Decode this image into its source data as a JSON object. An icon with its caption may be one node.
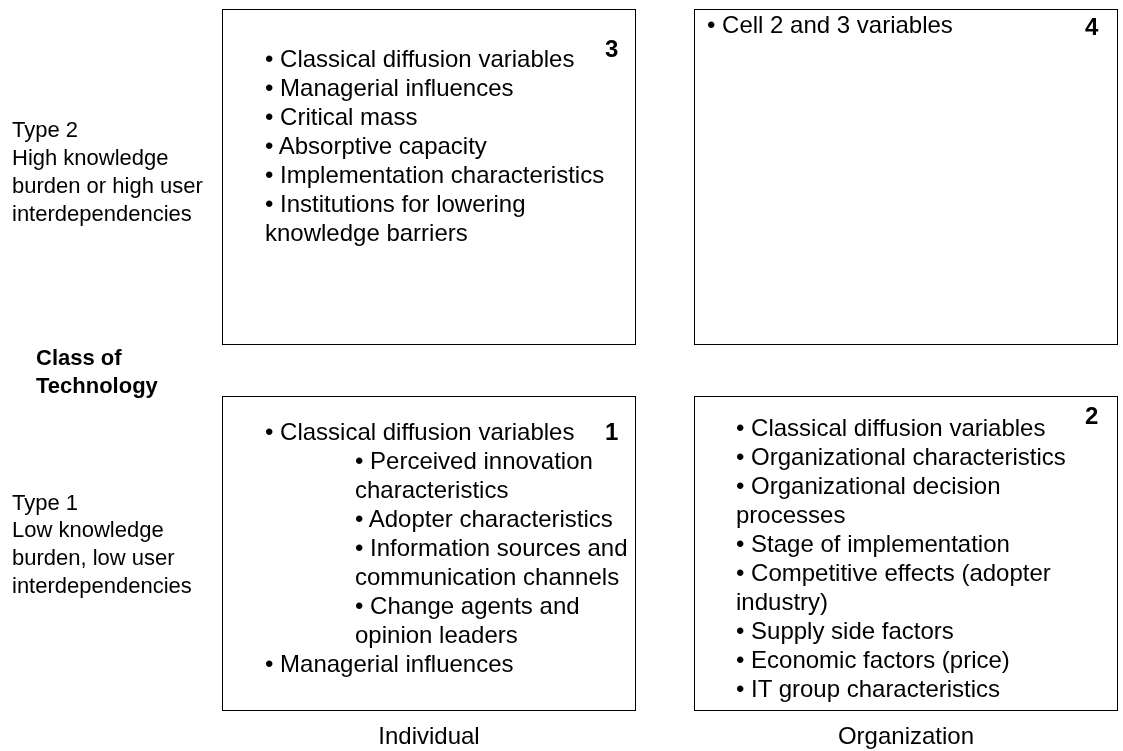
{
  "diagram": {
    "nodes": [
      {
        "text": [
          "3",
          "• Classical diffusion variables",
          "• Managerial influences",
          "• Critical mass",
          "• Absorptive capacity",
          "• Implementation characteristics",
          "• Institutions for lowering knowledge barriers"
        ]
      },
      {
        "text": [
          "• Cell 2 and 3 variables",
          "4"
        ]
      },
      {
        "text": [
          "• Classical diffusion variables",
          "1",
          "• Perceived innovation characteristics",
          "• Adopter characteristics",
          "• Information sources and communication channels",
          "• Change agents and opinion leaders",
          "• Managerial influences"
        ]
      },
      {
        "text": [
          "2",
          "• Classical diffusion variables",
          "• Organizational characteristics",
          "• Organizational decision processes",
          "• Stage of implementation",
          "• Competitive effects (adopter industry)",
          "• Supply side factors",
          "• Economic factors (price)",
          "• IT group characteristics"
        ]
      }
    ],
    "labels": [
      "Type 2",
      "High knowledge burden or high user interdependencies",
      "Class of Technology",
      "Type 1",
      "Low knowledge burden, low user interdependencies",
      "Individual",
      "Organization"
    ]
  }
}
